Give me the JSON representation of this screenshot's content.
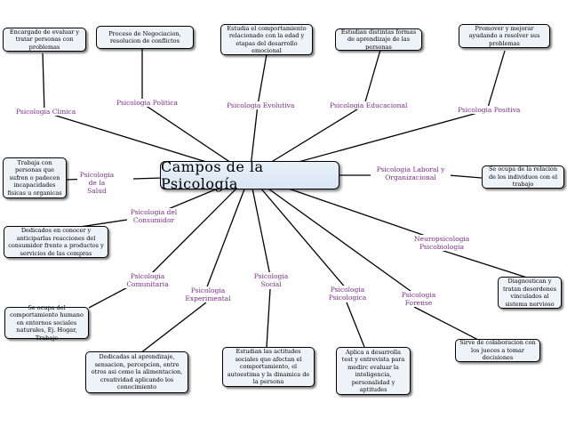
{
  "title": "Campos de la Psicología",
  "branches": [
    {
      "key": "clinica",
      "label": "Psicologia Clinica",
      "description": "Encargado de evaluar y tratar personas con problemas"
    },
    {
      "key": "politica",
      "label": "Psicologia Politica",
      "description": "Proceso de Negociacion, resolucion de conflictos"
    },
    {
      "key": "evolutiva",
      "label": "Psicologia Evolutiva",
      "description": "Estudia el comportamiento relacionado con la edad y etapas del desarrollo emocional"
    },
    {
      "key": "educacional",
      "label": "Psicologia Educacional",
      "description": "Estudian distintas formas de aprendizaje de las personas"
    },
    {
      "key": "positiva",
      "label": "Psicologia Positiva",
      "description": "Promover y mejorar ayudando a resolver sus problemas"
    },
    {
      "key": "salud",
      "label": "Psicologia de la Salud",
      "description": "Trabaja con personas que sufren o padecen incapacidades fisicas u organicas"
    },
    {
      "key": "laboral",
      "label": "Psicologia Laboral y Organizacional",
      "description": "Se ocupa de la relacion de los individuos con el trabajo"
    },
    {
      "key": "consumidor",
      "label": "Psicologia del Consumidor",
      "description": "Dedicados en conocer y anticiparlas reacciones del consumidor frente a productos y servicios de las compras"
    },
    {
      "key": "neuro",
      "label": "Neuropsicologia Psicobiologia",
      "description": "Diagnostican y tratan desordenes vinculados al sistema nervioso"
    },
    {
      "key": "comunitaria",
      "label": "Psicologia Comunitaria",
      "description": "Se ocupa del comportamiento humano en entornos sociales naturales, Ej. Hogar, Trabajo"
    },
    {
      "key": "experimental",
      "label": "Psicologia Experimental",
      "description": "Dedicadas al aprendizaje, sensacion, percepcion, entre otros asi como la alimentacion, creatividad aplicando los conocimiento"
    },
    {
      "key": "social",
      "label": "Psicologia Social",
      "description": "Estudian las actitudes sociales que afectan el comportamiento, el autoestima y la dinamica de la persona"
    },
    {
      "key": "psicologica",
      "label": "Psicologia Psicologica",
      "description": "Aplica a desarrolla test y entrevista para medirc evaluar la inteligencia, personalidad y aptitudes"
    },
    {
      "key": "forense",
      "label": "Psicologia Forense",
      "description": "Sirve de colaboracion con los jueces a tomar decisiones"
    }
  ]
}
